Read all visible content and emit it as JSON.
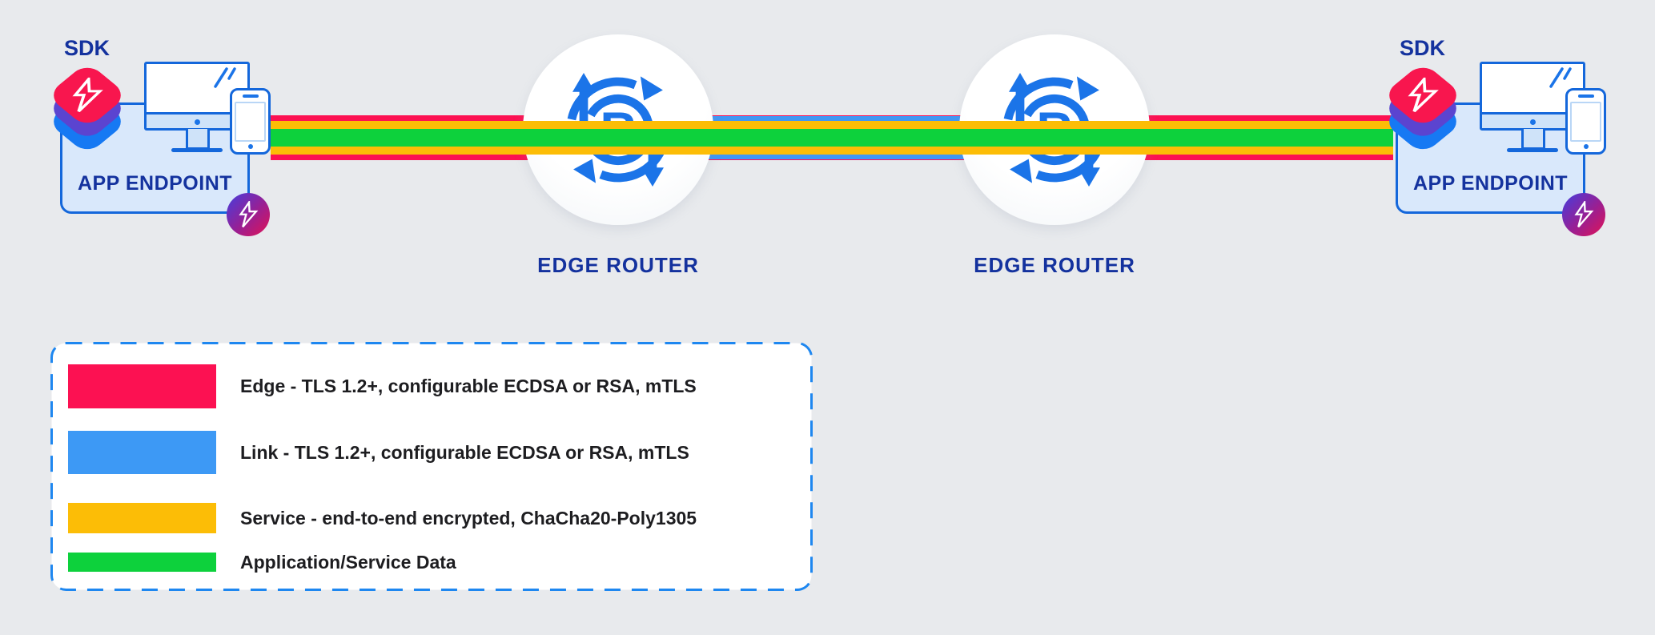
{
  "background": "#E8EAED",
  "bands": {
    "edge": "#FC1152",
    "link": "#4097F4",
    "service": "#FCBD06",
    "data": "#0DD13C"
  },
  "colors": {
    "sdk_top": "#F8164E",
    "sdk_mid": "#5B44D0",
    "sdk_bottom": "#1679F3",
    "device_border_blue": "#1467DB",
    "router_icon_blue": "#1B74E8",
    "diagram_text_navy": "#14329E",
    "legend_border_blue": "#1E87F0"
  },
  "endpoints": [
    {
      "sdk_label": "SDK",
      "label": "APP ENDPOINT"
    },
    {
      "sdk_label": "SDK",
      "label": "APP ENDPOINT"
    }
  ],
  "routers": [
    {
      "label": "EDGE ROUTER",
      "icon_letter": "R"
    },
    {
      "label": "EDGE ROUTER",
      "icon_letter": "R"
    }
  ],
  "legend": {
    "items": [
      {
        "color": "#FC1152",
        "label": "Edge - TLS 1.2+, configurable ECDSA or RSA, mTLS"
      },
      {
        "color": "#3D99F5",
        "label": "Link - TLS 1.2+, configurable ECDSA or RSA, mTLS"
      },
      {
        "color": "#FCBD06",
        "label": "Service - end-to-end encrypted, ChaCha20-Poly1305"
      },
      {
        "color": "#0DD13C",
        "label": "Application/Service Data"
      }
    ]
  }
}
